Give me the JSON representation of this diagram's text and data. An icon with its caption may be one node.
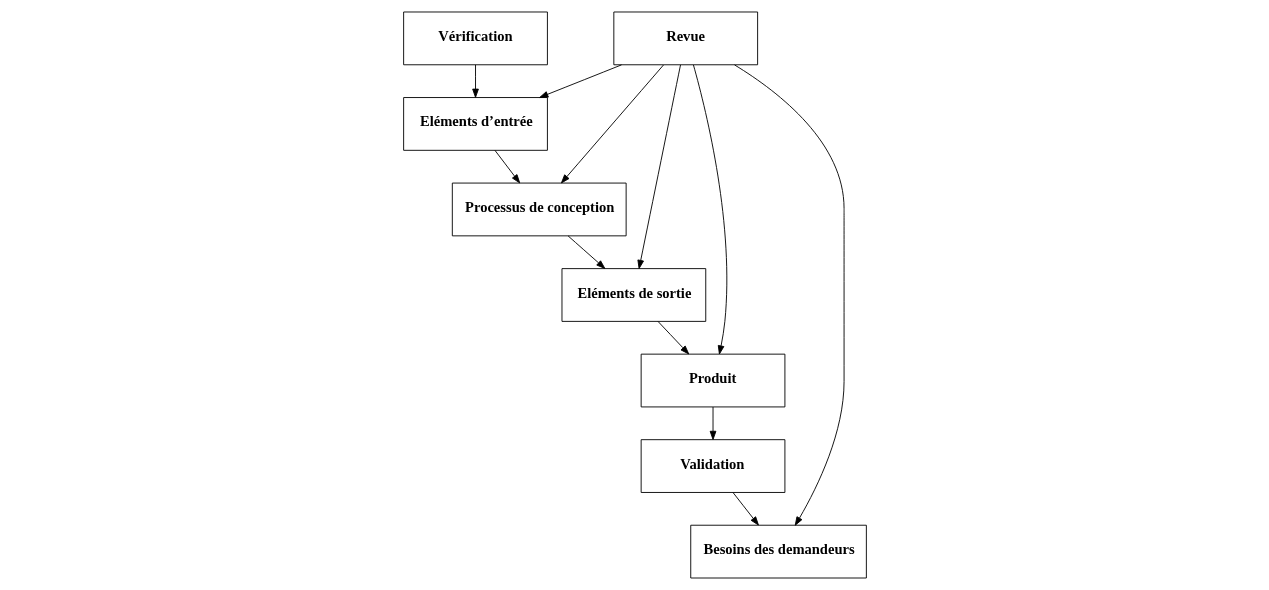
{
  "diagram": {
    "nodes": [
      {
        "text": [
          "Besoins des demandeurs"
        ]
      },
      {
        "text": [
          "Revue"
        ]
      },
      {
        "text": [
          "Eléments d’entrée"
        ]
      },
      {
        "text": [
          "Processus de conception"
        ]
      },
      {
        "text": [
          "Vérification"
        ]
      },
      {
        "text": [
          "Eléments de sortie"
        ]
      },
      {
        "text": [
          "Validation"
        ]
      },
      {
        "text": [
          "Produit"
        ]
      }
    ],
    "edges": [
      {
        "from": 1,
        "to": 0,
        "arrow": "to"
      },
      {
        "from": 1,
        "to": 2,
        "arrow": "to"
      },
      {
        "from": 1,
        "to": 3,
        "arrow": "to"
      },
      {
        "from": 1,
        "to": 5,
        "arrow": "to"
      },
      {
        "from": 1,
        "to": 7,
        "arrow": "to"
      },
      {
        "from": 2,
        "to": 3,
        "arrow": "to"
      },
      {
        "from": 3,
        "to": 5,
        "arrow": "to"
      },
      {
        "from": 4,
        "to": 2,
        "arrow": "to"
      },
      {
        "from": 5,
        "to": 7,
        "arrow": "to"
      },
      {
        "from": 7,
        "to": 6,
        "arrow": "to"
      },
      {
        "from": 6,
        "to": 0,
        "arrow": "to"
      }
    ]
  }
}
